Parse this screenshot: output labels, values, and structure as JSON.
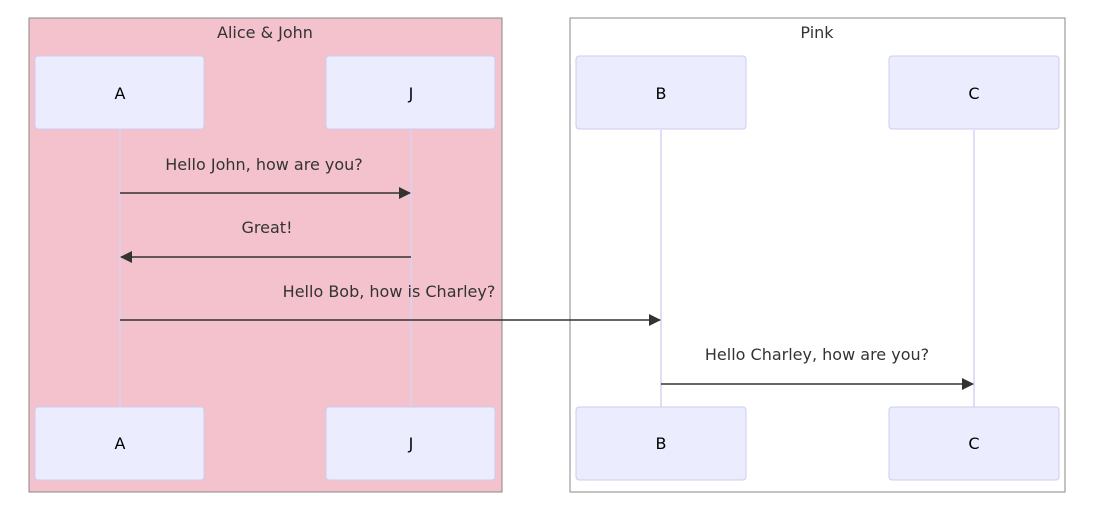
{
  "boxes": {
    "alice_john": {
      "title": "Alice & John",
      "fill": "#f4c2cc",
      "stroke": "#888888"
    },
    "pink": {
      "title": "Pink",
      "fill": "#ffffff",
      "stroke": "#888888"
    }
  },
  "actors": [
    {
      "id": "A",
      "label": "A"
    },
    {
      "id": "J",
      "label": "J"
    },
    {
      "id": "B",
      "label": "B"
    },
    {
      "id": "C",
      "label": "C"
    }
  ],
  "messages": [
    {
      "from": "A",
      "to": "J",
      "text": "Hello John, how are you?"
    },
    {
      "from": "J",
      "to": "A",
      "text": "Great!"
    },
    {
      "from": "A",
      "to": "B",
      "text": "Hello Bob, how is Charley?"
    },
    {
      "from": "B",
      "to": "C",
      "text": "Hello Charley, how are you?"
    }
  ],
  "colors": {
    "actor_fill": "#ececff",
    "actor_stroke": "#ccccee",
    "lifeline": "#d9d2f0",
    "arrow": "#333333"
  }
}
